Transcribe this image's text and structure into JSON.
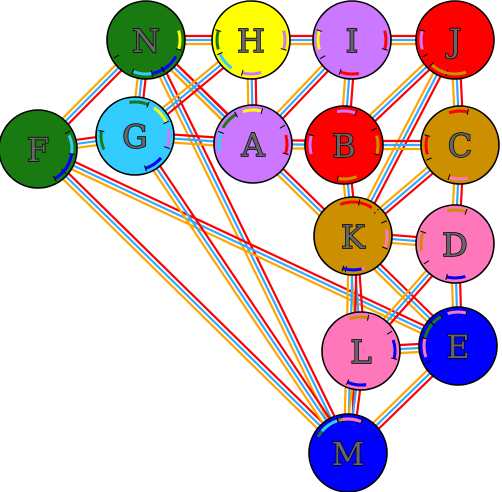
{
  "nodes": [
    {
      "id": "N",
      "label": "N",
      "color": "#1a7a12"
    },
    {
      "id": "H",
      "label": "H",
      "color": "#ffff00"
    },
    {
      "id": "I",
      "label": "I",
      "color": "#cc77ff"
    },
    {
      "id": "J",
      "label": "J",
      "color": "#ff0000"
    },
    {
      "id": "F",
      "label": "F",
      "color": "#1a7a12"
    },
    {
      "id": "G",
      "label": "G",
      "color": "#33ccff"
    },
    {
      "id": "A",
      "label": "A",
      "color": "#cc77ff"
    },
    {
      "id": "B",
      "label": "B",
      "color": "#ff0000"
    },
    {
      "id": "C",
      "label": "C",
      "color": "#cc8f00"
    },
    {
      "id": "K",
      "label": "K",
      "color": "#cc8f00"
    },
    {
      "id": "D",
      "label": "D",
      "color": "#ff77bb"
    },
    {
      "id": "L",
      "label": "L",
      "color": "#ff77bb"
    },
    {
      "id": "E",
      "label": "E",
      "color": "#0000ff"
    },
    {
      "id": "M",
      "label": "M",
      "color": "#0000ff"
    }
  ],
  "edges": [
    [
      "N",
      "H"
    ],
    [
      "H",
      "I"
    ],
    [
      "I",
      "J"
    ],
    [
      "N",
      "G"
    ],
    [
      "N",
      "F"
    ],
    [
      "N",
      "A"
    ],
    [
      "N",
      "M"
    ],
    [
      "N",
      "E"
    ],
    [
      "H",
      "G"
    ],
    [
      "H",
      "A"
    ],
    [
      "I",
      "A"
    ],
    [
      "I",
      "B"
    ],
    [
      "J",
      "B"
    ],
    [
      "J",
      "C"
    ],
    [
      "J",
      "K"
    ],
    [
      "F",
      "G"
    ],
    [
      "F",
      "E"
    ],
    [
      "F",
      "M"
    ],
    [
      "G",
      "A"
    ],
    [
      "A",
      "B"
    ],
    [
      "B",
      "C"
    ],
    [
      "B",
      "K"
    ],
    [
      "C",
      "K"
    ],
    [
      "C",
      "D"
    ],
    [
      "K",
      "D"
    ],
    [
      "K",
      "L"
    ],
    [
      "K",
      "M"
    ],
    [
      "D",
      "L"
    ],
    [
      "D",
      "E"
    ],
    [
      "L",
      "E"
    ],
    [
      "L",
      "M"
    ],
    [
      "E",
      "M"
    ],
    [
      "G",
      "M"
    ]
  ],
  "edge_colors": [
    "#ff0000",
    "#33aaff",
    "#ffa500"
  ]
}
